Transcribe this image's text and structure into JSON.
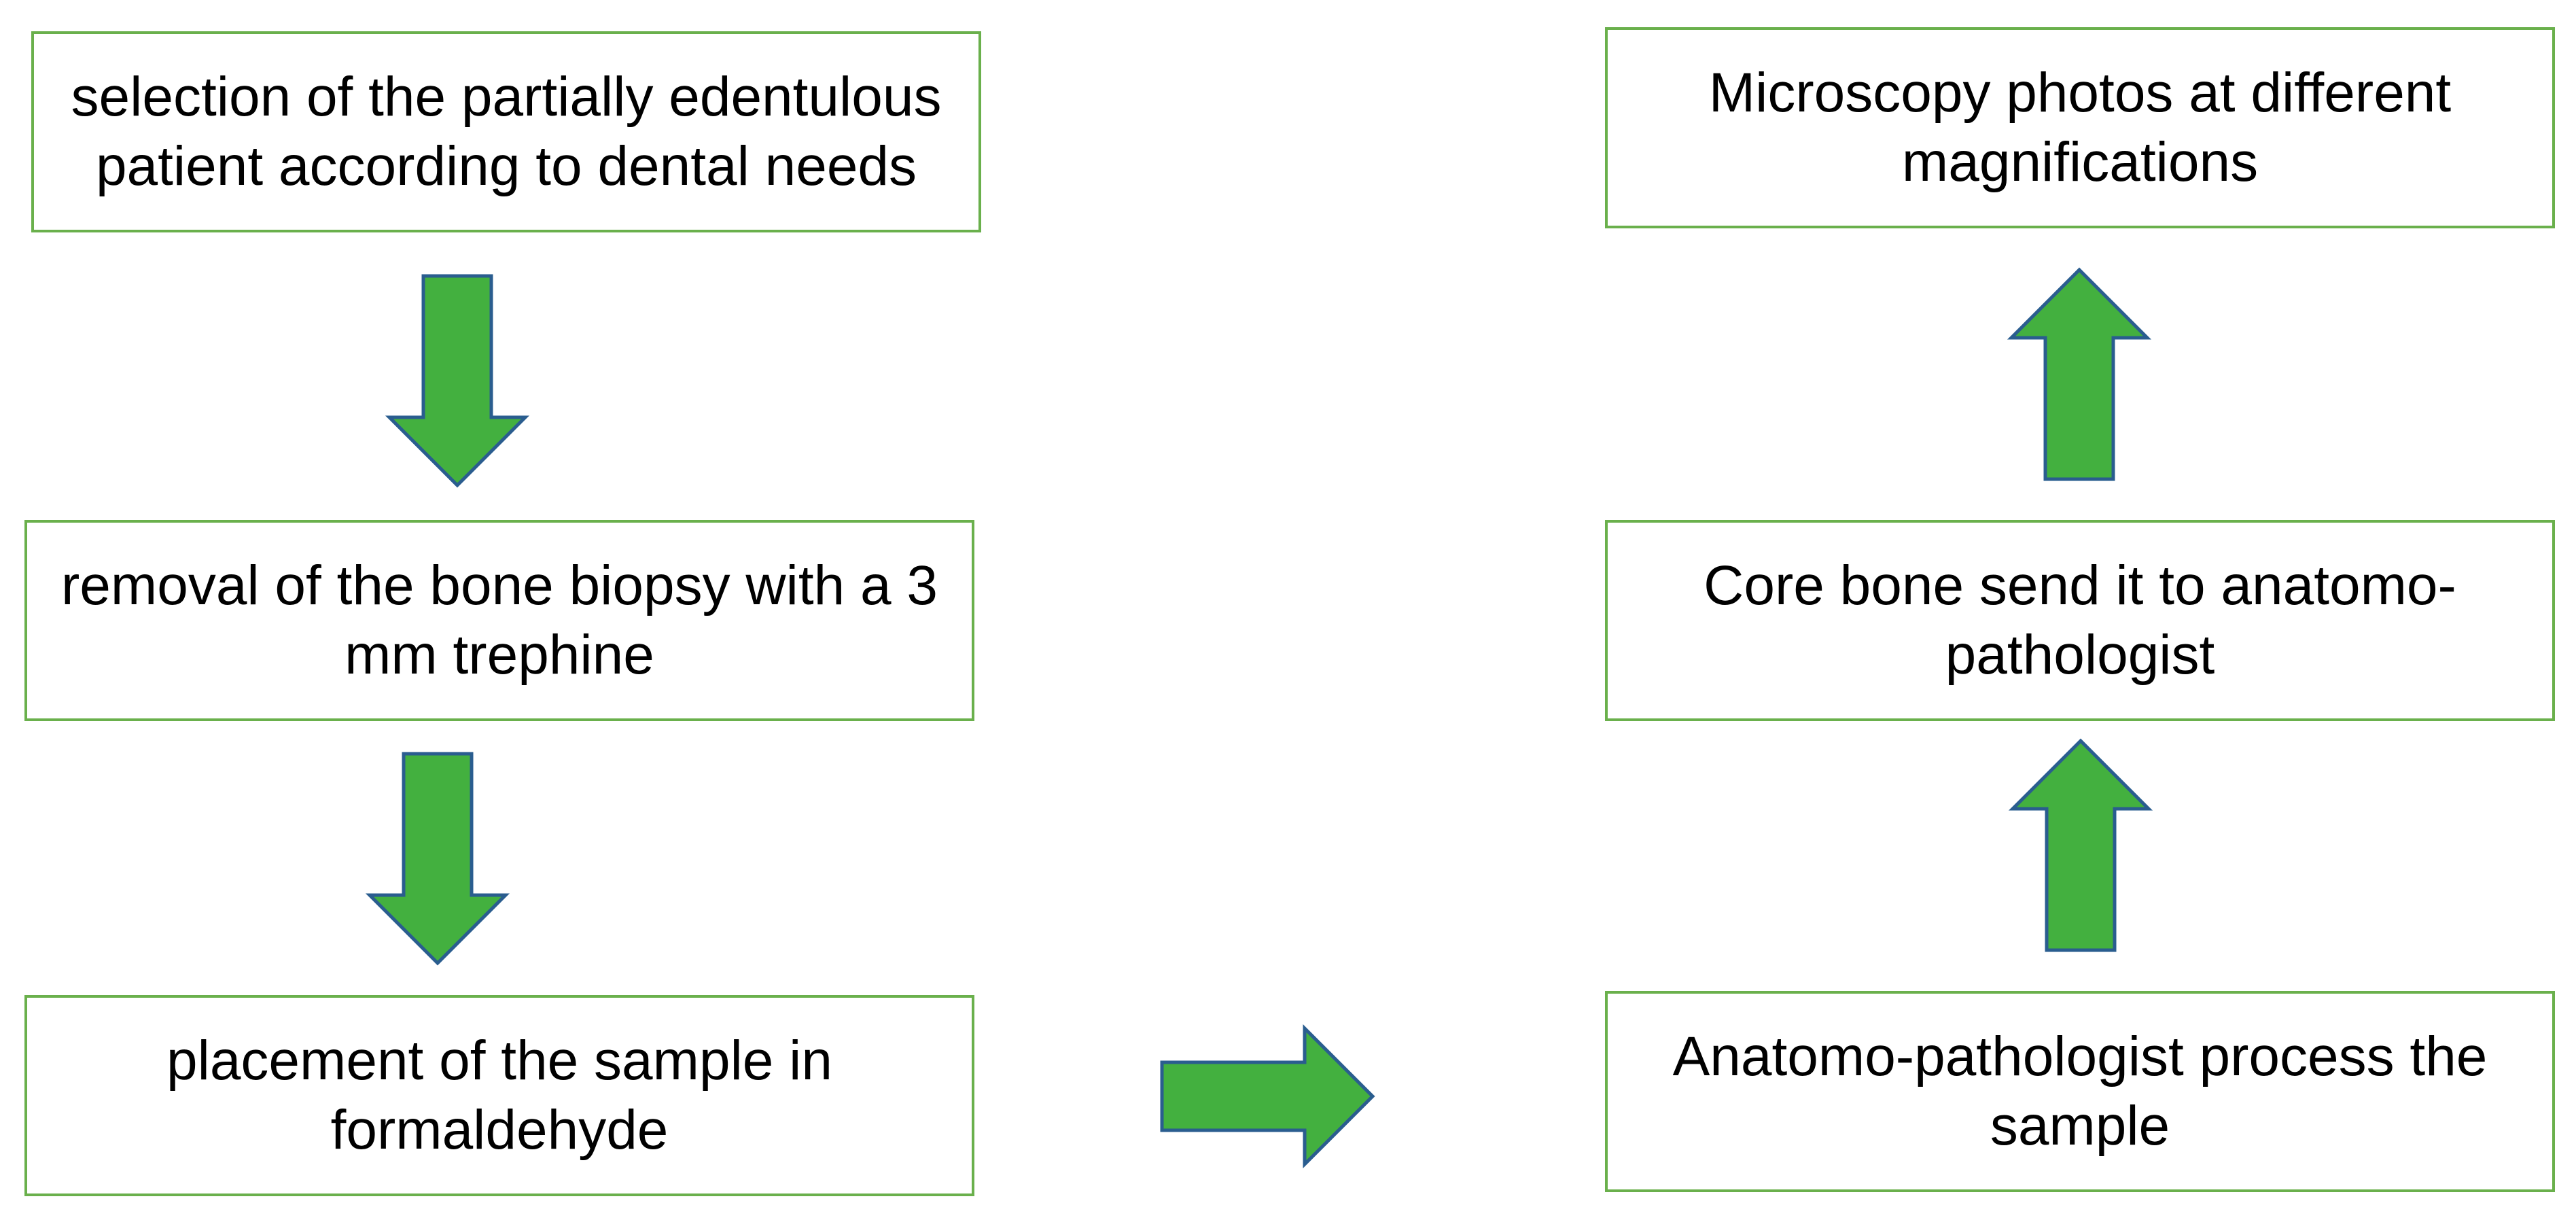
{
  "diagram": {
    "steps": [
      {
        "id": "selection",
        "text": "selection of the partially edentulous patient according to dental needs"
      },
      {
        "id": "removal",
        "text": "removal of the bone biopsy with a 3 mm trephine"
      },
      {
        "id": "placement",
        "text": "placement of the sample in formaldehyde"
      },
      {
        "id": "process",
        "text": "Anatomo-pathologist process the sample"
      },
      {
        "id": "send",
        "text": "Core bone send it to anatomo-pathologist"
      },
      {
        "id": "microscopy",
        "text": "Microscopy photos at different magnifications"
      }
    ],
    "colors": {
      "box_border": "#6ab04c",
      "arrow_fill": "#43b03f",
      "arrow_stroke": "#2a5d8f",
      "text": "#000000"
    }
  }
}
